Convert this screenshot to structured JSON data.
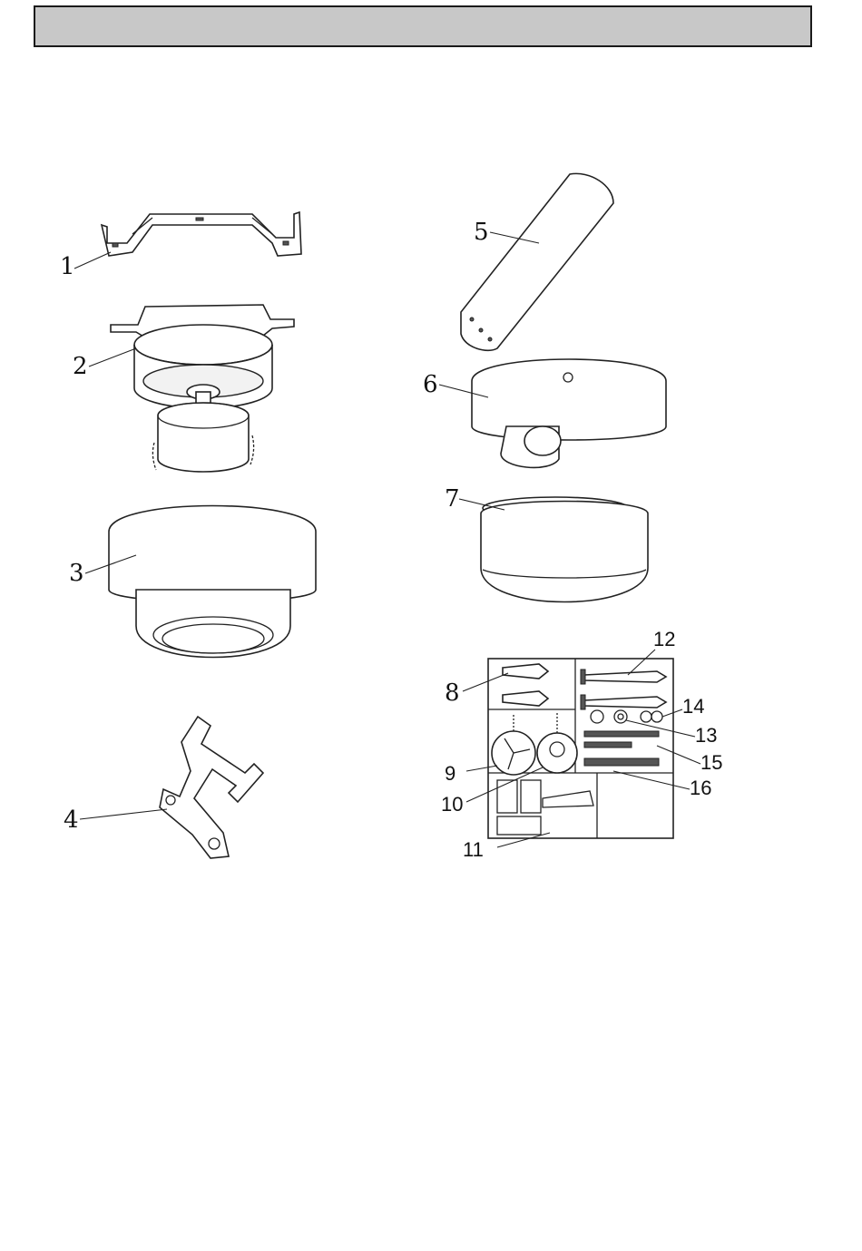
{
  "header": {
    "title": ""
  },
  "colors": {
    "header_bar": "#c8c8c8",
    "line": "#222222"
  },
  "parts": [
    {
      "number": "1",
      "icon": "mounting-bracket-icon"
    },
    {
      "number": "2",
      "icon": "fan-motor-icon"
    },
    {
      "number": "3",
      "icon": "motor-housing-icon"
    },
    {
      "number": "4",
      "icon": "blade-arm-icon"
    },
    {
      "number": "5",
      "icon": "fan-blade-icon"
    },
    {
      "number": "6",
      "icon": "switch-housing-icon"
    },
    {
      "number": "7",
      "icon": "light-bowl-icon"
    },
    {
      "number": "8",
      "icon": "wall-anchor-icon"
    },
    {
      "number": "9",
      "icon": "fan-pull-chain-icon"
    },
    {
      "number": "10",
      "icon": "light-pull-chain-icon"
    },
    {
      "number": "11",
      "icon": "balance-kit-icon"
    },
    {
      "number": "12",
      "icon": "wood-screw-icon"
    },
    {
      "number": "13",
      "icon": "washer-icon"
    },
    {
      "number": "14",
      "icon": "lock-washer-icon"
    },
    {
      "number": "15",
      "icon": "blade-screw-icon"
    },
    {
      "number": "16",
      "icon": "bracket-screw-icon"
    }
  ]
}
